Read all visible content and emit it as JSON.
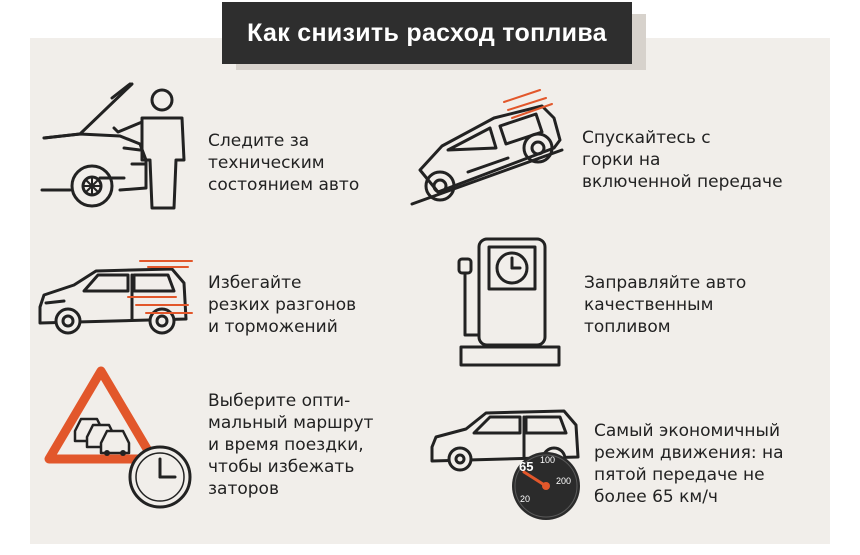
{
  "title": "Как снизить расход топлива",
  "tips": [
    {
      "id": "maintenance",
      "lines": [
        "Следите за",
        "техническим",
        "состоянием авто"
      ]
    },
    {
      "id": "downhill",
      "lines": [
        "Спускайтесь с",
        "горки на",
        "включенной передаче"
      ]
    },
    {
      "id": "acceleration",
      "lines": [
        "Избегайте",
        "резких разгонов",
        "и торможений"
      ]
    },
    {
      "id": "fuel",
      "lines": [
        "Заправляйте авто",
        "качественным",
        "топливом"
      ]
    },
    {
      "id": "route",
      "lines": [
        "Выберите опти-",
        "мальный маршрут",
        "и время поездки,",
        "чтобы избежать",
        "заторов"
      ]
    },
    {
      "id": "speed",
      "lines": [
        "Самый экономичный",
        "режим движения: на",
        "пятой передаче не",
        "более 65 км/ч"
      ]
    }
  ],
  "speedometer": {
    "speed_label": "65",
    "ticks": [
      "20",
      "100",
      "200"
    ]
  },
  "colors": {
    "accent": "#e2572b",
    "panel_bg": "#f1eeea",
    "title_bg": "#2e2e2e",
    "ink": "#222222"
  },
  "icons": [
    "car-hood-open-icon",
    "mechanic-icon",
    "car-downhill-icon",
    "minivan-motion-icon",
    "fuel-pump-icon",
    "traffic-warning-sign-icon",
    "clock-icon",
    "minivan-icon",
    "speedometer-icon"
  ]
}
